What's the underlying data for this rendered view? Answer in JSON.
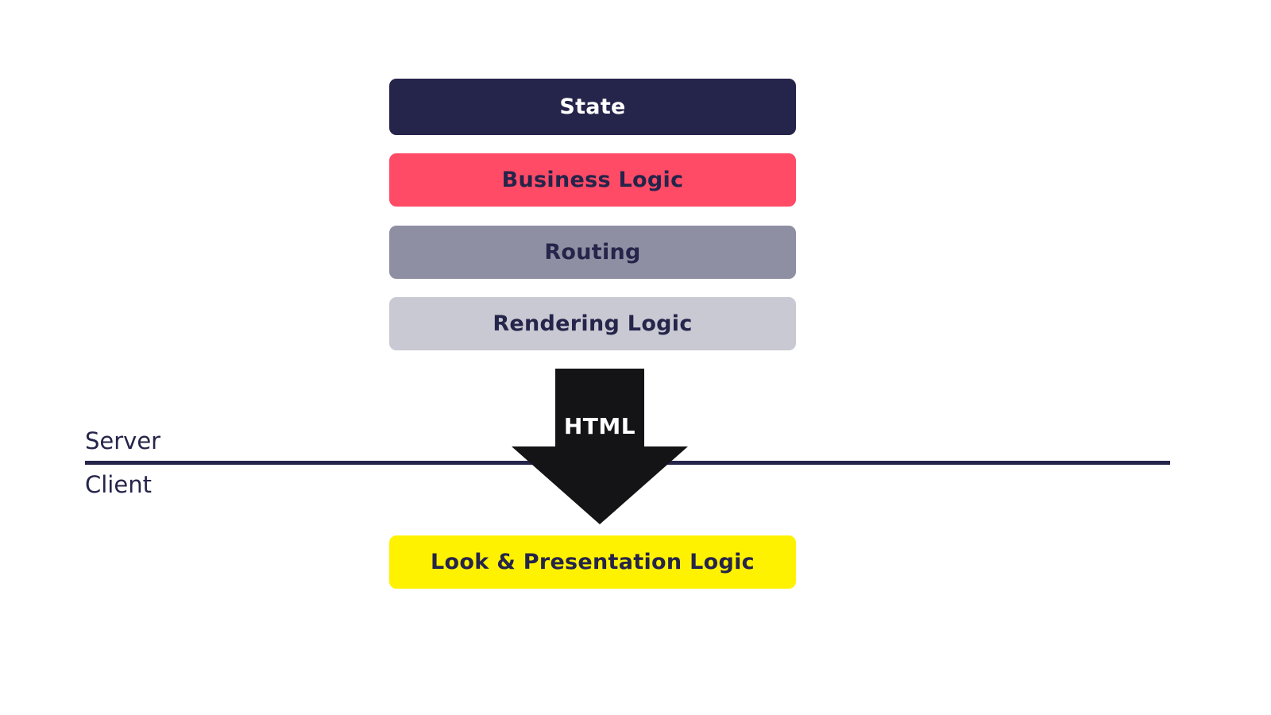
{
  "colors": {
    "navy": "#25244a",
    "red": "#ff4b66",
    "gray": "#8f8fa3",
    "light_gray": "#c9c9d3",
    "yellow": "#fff200",
    "arrow": "#141417",
    "white": "#ffffff"
  },
  "layers": {
    "state": {
      "label": "State",
      "bg": "#25244a",
      "fg": "#ffffff"
    },
    "business": {
      "label": "Business Logic",
      "bg": "#ff4b66",
      "fg": "#25244a"
    },
    "routing": {
      "label": "Routing",
      "bg": "#8f8fa3",
      "fg": "#25244a"
    },
    "rendering": {
      "label": "Rendering Logic",
      "bg": "#c9c9d3",
      "fg": "#25244a"
    },
    "presentation": {
      "label": "Look & Presentation Logic",
      "bg": "#fff200",
      "fg": "#25244a"
    }
  },
  "boundary": {
    "server_label": "Server",
    "client_label": "Client"
  },
  "arrow": {
    "label": "HTML",
    "icon": "down-arrow-icon"
  }
}
